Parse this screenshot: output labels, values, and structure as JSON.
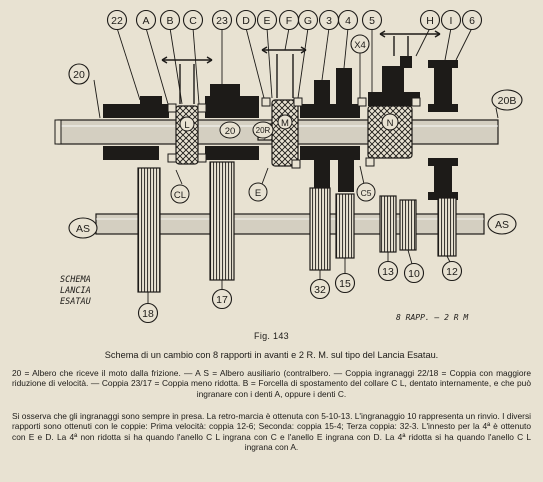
{
  "figure": {
    "callouts_top": [
      "22",
      "A",
      "B",
      "C",
      "23",
      "D",
      "E",
      "F",
      "G",
      "3",
      "4",
      "5",
      "H",
      "I",
      "6"
    ],
    "callout_x4": "X4",
    "callouts_bottom": [
      "18",
      "17",
      "32",
      "15",
      "13",
      "10",
      "12"
    ],
    "inline_labels": {
      "L": "L",
      "M": "M",
      "N": "N",
      "n20": "20",
      "n20r": "20R",
      "CL": "CL",
      "E": "E",
      "C5": "C5"
    },
    "shaft_main_left": "20",
    "shaft_main_right": "20B",
    "shaft_aux_left": "AS",
    "shaft_aux_right": "AS",
    "note_left": [
      "SCHEMA",
      "LANCIA",
      "ESATAU"
    ],
    "note_right": "8 RAPP. — 2 R M"
  },
  "caption": "Fig. 143",
  "title": "Schema di un cambio con 8 rapporti in avanti e 2 R. M. sul tipo del Lancia Esatau.",
  "paragraph1": "20 = Albero che riceve il moto dalla frizione. — A S = Albero ausiliario (contralbero. — Coppia ingranaggi 22/18 = Coppia con maggiore riduzione di velocità. — Coppia 23/17 = Coppia meno ridotta. B = Forcella di spostamento del collare C L, dentato internamente, e che può ingranare con i denti A, oppure i denti C.",
  "paragraph2": "Si osserva che gli ingranaggi sono sempre in presa. La retro-marcia è ottenuta con 5-10-13. L'ingranaggio 10 rappresenta un rinvio. I diversi rapporti sono ottenuti con le coppie: Prima velocità: coppia 12-6; Seconda: coppia 15-4; Terza coppia: 32-3. L'innesto per la 4ª è ottenuto con E e D. La 4ª non ridotta si ha quando l'anello C L ingrana con C e l'anello E ingrana con D. La 4ª ridotta si ha quando l'anello C L ingrana con A.",
  "colors": {
    "paper": "#e8e2d2",
    "ink": "#1d1b18",
    "shaft": "#d4cfc1"
  }
}
